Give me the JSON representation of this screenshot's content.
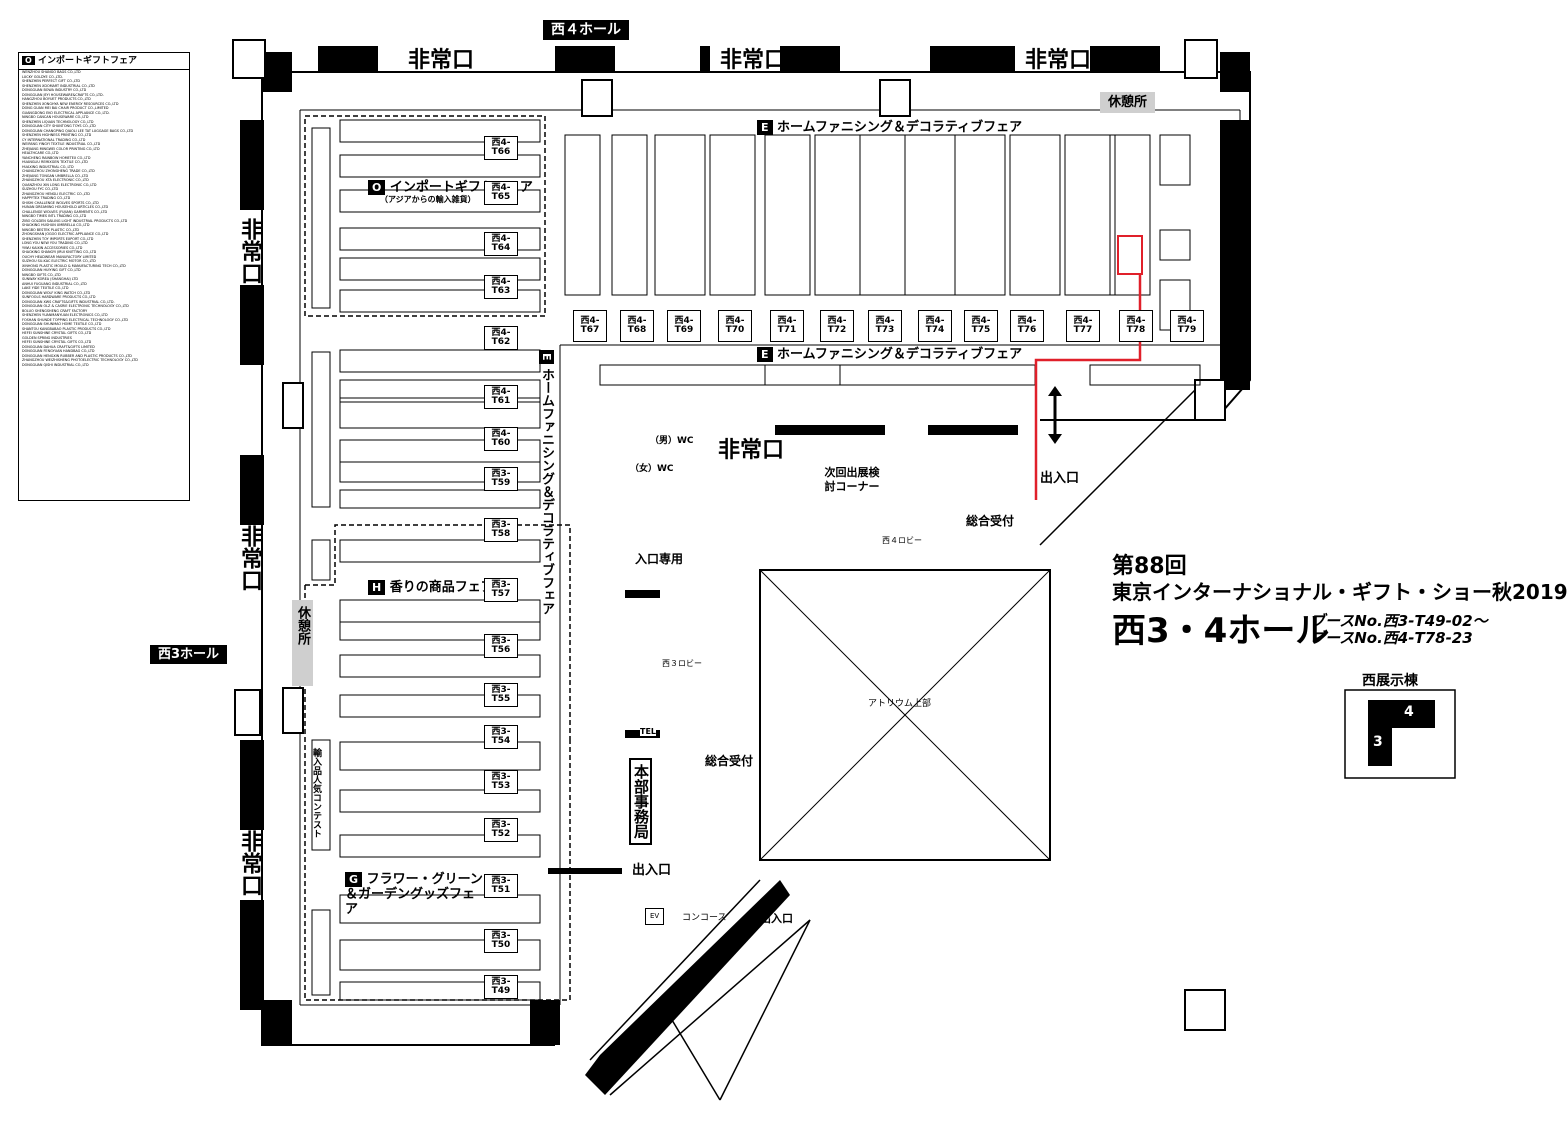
{
  "header": {
    "hall_tab": "西４ホール",
    "west3_tab": "西3ホール"
  },
  "exits": {
    "emergency": "非常口",
    "entrance_exit": "出入口",
    "entrance_only": "入口専用"
  },
  "rest_areas": {
    "rest": "休憩所"
  },
  "fairs": {
    "import": {
      "badge": "O",
      "label": "インポートギフトフェア",
      "sub": "（アジアからの輸入雑貨）"
    },
    "home_furnishing": {
      "badge": "E",
      "label": "ホームファニシング＆デコラティブフェア"
    },
    "home_furnishing_vertical": {
      "badge": "E",
      "label": "ホームファニシング＆デコラティブフェア"
    },
    "fragrance": {
      "badge": "H",
      "label": "香りの商品フェア"
    },
    "flower": {
      "badge": "G",
      "label": "フラワー・グリーン＆ガーデングッズフェア"
    }
  },
  "facilities": {
    "wc_men": "（男）WC",
    "wc_women": "（女）WC",
    "next_exhibit": "次回出展検討コーナー",
    "reception": "総合受付",
    "reception2": "総合受付",
    "west4_lobby": "西４ロビー",
    "west3_lobby": "西３ロビー",
    "atrium": "アトリウム上部",
    "hq": "本部事務局",
    "concourse": "コンコース",
    "tel": "TEL",
    "ev": "EV",
    "import_contest": "輸入品人気コンテスト"
  },
  "aisles_west4": [
    "西4-T67",
    "西4-T68",
    "西4-T69",
    "西4-T70",
    "西4-T71",
    "西4-T72",
    "西4-T73",
    "西4-T74",
    "西4-T75",
    "西4-T76",
    "西4-T77",
    "西4-T78",
    "西4-T79"
  ],
  "aisles_west4_left": [
    "西4-T66",
    "西4-T65",
    "西4-T64",
    "西4-T63",
    "西4-T62",
    "西4-T61",
    "西4-T60"
  ],
  "aisles_west3": [
    "西3-T59",
    "西3-T58",
    "西3-T57",
    "西3-T56",
    "西3-T55",
    "西3-T54",
    "西3-T53",
    "西3-T52",
    "西3-T51",
    "西3-T50",
    "西3-T49"
  ],
  "title_block": {
    "line1": "第88回",
    "line2": "東京インターナショナル・ギフト・ショー秋2019",
    "line3": "西3・4ホール",
    "booth_from": "ブースNo.西3-T49-02～",
    "booth_to": "ブースNo.西4-T78-23"
  },
  "key_map": {
    "title": "西展示棟",
    "hall3": "3",
    "hall4": "4"
  },
  "exhibitor_list": {
    "title": "インポートギフトフェア",
    "badge": "O",
    "items": [
      "WENZHOU SHANGO BAGS CO.,LTD",
      "LUCKY GOLDYE CO.,LTD.",
      "SHENZHEN PERFECT GIFT CO.,LTD",
      "SHENZHEN XDOMART INDUSTRIAL CO.,LTD",
      "DONGGUAN BOWA INDUSTRY CO.,LTD",
      "DONGGUAN JEYI HOUSEWARE&CRAFTS CO.,LTD.",
      "HANGZHOU BOYUET PRODUCTS CO.,LTD",
      "SHENZHEN XONGHYA NEW ENERGY RESOURCES CO.,LTD",
      "DONG GUAN MEI BAI CHAIR PRODUCT CO.,LIMITED",
      "GUANGDONG EKO ELECTRICAL APPLIANCE CO.,LTD.",
      "NINGBO CANCAN HOUSEWARE CO.,LTD",
      "SHENZHEN LIQUAN TECHNOLOGY CO.,LTD",
      "DONGGUAN CITY SHUNTONG TOYS CO.,LTD",
      "DONGGUAN CHANGPING QIAOLI LEE TAT LUGGAGE BAGS CO.,LTD",
      "SHENZHEN HIGHNESS PRINTING CO.,LTD",
      "CY INTERNATIONAL TRADING CO.,LTD",
      "WEIFANG YINGYI TEXTILE INDUSTRIAL CO.,LTD",
      "ZHEJIANG MINGWEI COLOR PRINTING CO.,LTD",
      "HEALTHCARE CO.,LTD",
      "YANCHENG RAINBOW HOMETEX CO.,LTD",
      "HUANGLIU REMIXGEN TEXTILE CO.,LTD",
      "HUAXING INDUSTRIAL CO.,LTD",
      "CHANGZHOU ZHONGHENG TRADE CO.,LTD",
      "ZHEJIANG TONGAN UMBRELLA CO.,LTD",
      "ZHANGZHOU XTA ELECTRONIC CO.,LTD",
      "QUANZHOU XIN LONG ELECTRONIC CO.,LTD",
      "SUZHOU FYC CO.,LTD",
      "ZHANGZHOU HENGLI ELECTRIC CO.,LTD",
      "HAPPYTEX TRADING CO.,LTD",
      "SHISHI CHALLENGE WOLVES SPORTS CO.,LTD",
      "HUNAN DREAMING HOUSEHOLD ARTICLES CO.,LTD",
      "CHALLENGE WOLVES (FUJIAN) GARMENTS CO.,LTD",
      "NINGBO TIMES INTL TRADING CO.,LTD",
      "ZIBO GOLDEN SAILING LIGHT INDUSTRIAL PRODUCTS CO.,LTD",
      "SHAOXING HUSHUN UMBRELLA CO.,LTD",
      "NINGBO BESTEK PLASTIC CO.,LTD",
      "ZHONGSHAN JOGOO ELECTRIC APPLIANCE CO.,LTD",
      "SHENZHEN TOY IMPORTS EXPORT CO.,LTD",
      "LONG YOU NEW YOU TRADING CO.,LTD",
      "YIWU KAIXIN ACCESSORIES CO.,LTD",
      "SHAOXING SHANGYI JIRUI KNITTING CO.,LTD",
      "OUCHY HEADWEAR MANUFACTORY LIMITED",
      "SUZHOU SU-KAC ELECTRIC MOTOR CO.,LTD",
      "XINHONG PLASTIC MOULD & MANUFACTURING TECH CO.,LTD",
      "DONGGUAN HUIYING GIFT CO.,LTD",
      "NINGBO GIFTS CO.,LTD",
      "SUNWAY KOREA (SHANGHAI) LTD",
      "ANHUI FUGUANG INDUSTRIAL CO.,LTD",
      "LAKE YIDE TEXTILE CO.,LTD",
      "DONGGUAN WOLF KING WATCH CO.,LTD",
      "SUNFOOLS HARDWARE PRODUCTS CO.,LTD",
      "DONGGUAN XWS CRAFTS&GIFTS INDUSTRIAL CO.,LTD.",
      "DONGGUAN OLZ & CASRIE ELECTRONIC TECHNOLOGY CO.,LTD",
      "BOLUO SHENGSHENG CRAFT FACTORY",
      "SHENZHEN YUANMANYUAN ELECTRONICS CO.,LTD",
      "FOSHAN SHUNDE TOPPING ELECTRICAL TECHNOLOGY CO.,LTD",
      "DONGGUAN SHUNMAO HOME TEXTILE CO.,LTD",
      "SHANTOU KANGBABAO PLASTIC PRODUCTS CO.,LTD",
      "HEFEI SUNSHINE CRYSTAL GIFTS CO.,LTD",
      "GOLDEN SPRING INDUSTRIES",
      "HEFEI SUNSHINE CRYSTAL GIFTS CO.,LTD",
      "DONGGUAN DAHUA CRAFT&GIFTS LIMITED",
      "DONGGUAN FENGYUAN HANDBAG CO.,LTD",
      "DONGGUAN HENGXIN RUBBER AND PLASTIC PRODUCTS CO.,LTD",
      "ZHANGZHOU WEIZHISHENG PHOTOELECTRIC TECHNOLOGY CO.,LTD",
      "DONGGUAN QISHI INDUSTRIAL CO.,LTD"
    ]
  }
}
